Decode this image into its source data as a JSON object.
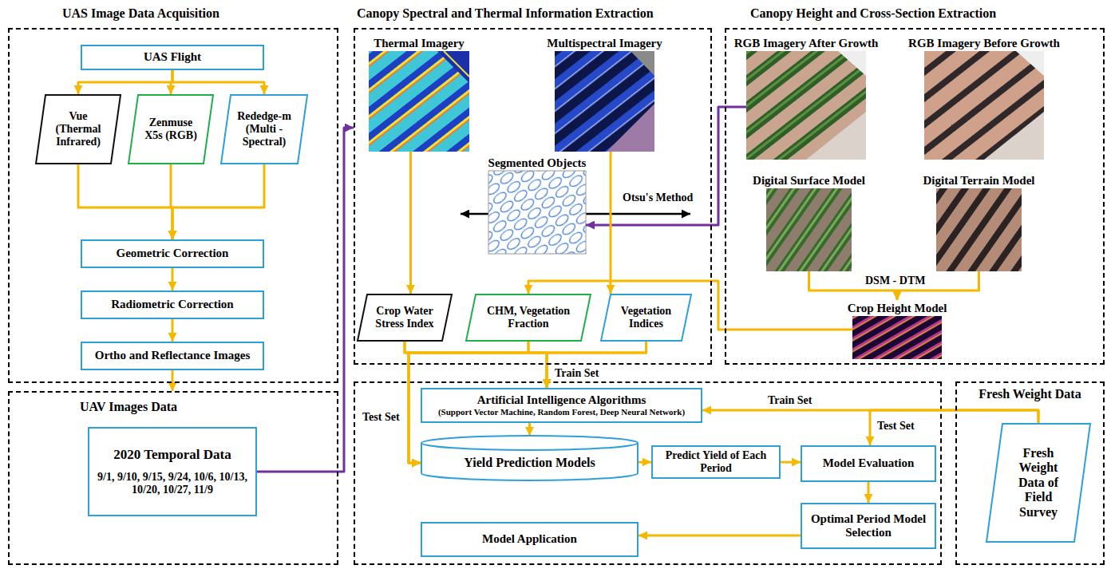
{
  "diagram": {
    "nodes": [
      {
        "text": [
          "UAS Image Data Acquisition"
        ]
      },
      {
        "text": [
          "UAS Flight"
        ],
        "in": 0
      },
      {
        "text": [
          "Vue (Thermal Infrared)"
        ],
        "in": 0
      },
      {
        "text": [
          "Zenmuse X5s (RGB)"
        ],
        "in": 0
      },
      {
        "text": [
          "Rededge-m (Multi -Spectral)"
        ],
        "in": 0
      },
      {
        "text": [
          "Geometric Correction"
        ],
        "in": 0
      },
      {
        "text": [
          "Radiometric Correction"
        ],
        "in": 0
      },
      {
        "text": [
          "Ortho and Reflectance Images"
        ],
        "in": 0
      },
      {
        "text": [
          "UAV Images Data"
        ]
      },
      {
        "text": [
          "2020 Temporal Data",
          "9/1, 9/10, 9/15, 9/24, 10/6, 10/13, 10/20, 10/27, 11/9"
        ],
        "in": 8
      },
      {
        "text": [
          "Canopy Spectral and Thermal Information Extraction"
        ]
      },
      {
        "text": [
          "Thermal Imagery"
        ],
        "in": 10
      },
      {
        "text": [
          "Multispectral Imagery"
        ],
        "in": 10
      },
      {
        "text": [
          "Segmented Objects"
        ],
        "in": 10
      },
      {
        "text": [
          "Crop Water Stress Index"
        ],
        "in": 10
      },
      {
        "text": [
          "CHM, Vegetation Fraction"
        ],
        "in": 10
      },
      {
        "text": [
          "Vegetation Indices"
        ],
        "in": 10
      },
      {
        "text": [
          "Canopy Height and Cross-Section Extraction"
        ]
      },
      {
        "text": [
          "RGB Imagery After Growth"
        ],
        "in": 17
      },
      {
        "text": [
          "RGB Imagery Before Growth"
        ],
        "in": 17
      },
      {
        "text": [
          "Digital Surface Model"
        ],
        "in": 17
      },
      {
        "text": [
          "Digital Terrain Model"
        ],
        "in": 17
      },
      {
        "text": [
          "Crop Height Model"
        ],
        "in": 17
      },
      {
        "text": [
          "Artificial Intelligence Algorithms",
          "(Support Vector Machine, Random Forest, Deep Neural Network)"
        ]
      },
      {
        "text": [
          "Yield Prediction Models"
        ]
      },
      {
        "text": [
          "Predict Yield of Each Period"
        ]
      },
      {
        "text": [
          "Model Evaluation"
        ]
      },
      {
        "text": [
          "Model Application"
        ]
      },
      {
        "text": [
          "Optimal Period Model Selection"
        ]
      },
      {
        "text": [
          "Fresh Weight Data"
        ]
      },
      {
        "text": [
          "Fresh Weight Data of Field Survey"
        ],
        "in": 29
      }
    ],
    "edges": [
      {
        "from": 1,
        "to": 2,
        "arrow": "to"
      },
      {
        "from": 1,
        "to": 3,
        "arrow": "to"
      },
      {
        "from": 1,
        "to": 4,
        "arrow": "to"
      },
      {
        "from": 2,
        "to": 5,
        "arrow": "to"
      },
      {
        "from": 3,
        "to": 5,
        "arrow": "to"
      },
      {
        "from": 4,
        "to": 5,
        "arrow": "to"
      },
      {
        "from": 5,
        "to": 6,
        "arrow": "to"
      },
      {
        "from": 6,
        "to": 7,
        "arrow": "to"
      },
      {
        "from": 7,
        "to": 8,
        "arrow": "to"
      },
      {
        "from": 9,
        "to": 10,
        "arrow": "to"
      },
      {
        "from": 18,
        "to": 13,
        "arrow": "to"
      },
      {
        "from": 11,
        "to": 14,
        "arrow": "to"
      },
      {
        "from": 12,
        "to": 16,
        "arrow": "to"
      },
      {
        "from": 20,
        "to": 22,
        "arrow": "to"
      },
      {
        "from": 21,
        "to": 22,
        "arrow": "to"
      },
      {
        "from": 22,
        "to": 15,
        "arrow": "to"
      },
      {
        "from": 14,
        "to": 23,
        "arrow": "to"
      },
      {
        "from": 15,
        "to": 23,
        "arrow": "to"
      },
      {
        "from": 16,
        "to": 23,
        "arrow": "to"
      },
      {
        "from": 14,
        "to": 24,
        "arrow": "to"
      },
      {
        "from": 15,
        "to": 24,
        "arrow": "to"
      },
      {
        "from": 16,
        "to": 24,
        "arrow": "to"
      },
      {
        "from": 23,
        "to": 24,
        "arrow": "to"
      },
      {
        "from": 24,
        "to": 25,
        "arrow": "to"
      },
      {
        "from": 25,
        "to": 26,
        "arrow": "to"
      },
      {
        "from": 26,
        "to": 28,
        "arrow": "to"
      },
      {
        "from": 28,
        "to": 27,
        "arrow": "to"
      },
      {
        "from": 30,
        "to": 23,
        "arrow": "to"
      },
      {
        "from": 30,
        "to": 26,
        "arrow": "to"
      }
    ],
    "labels": [
      "Otsu's Method",
      "DSM - DTM",
      "Train Set",
      "Test Set",
      "Train Set",
      "Test Set"
    ]
  }
}
